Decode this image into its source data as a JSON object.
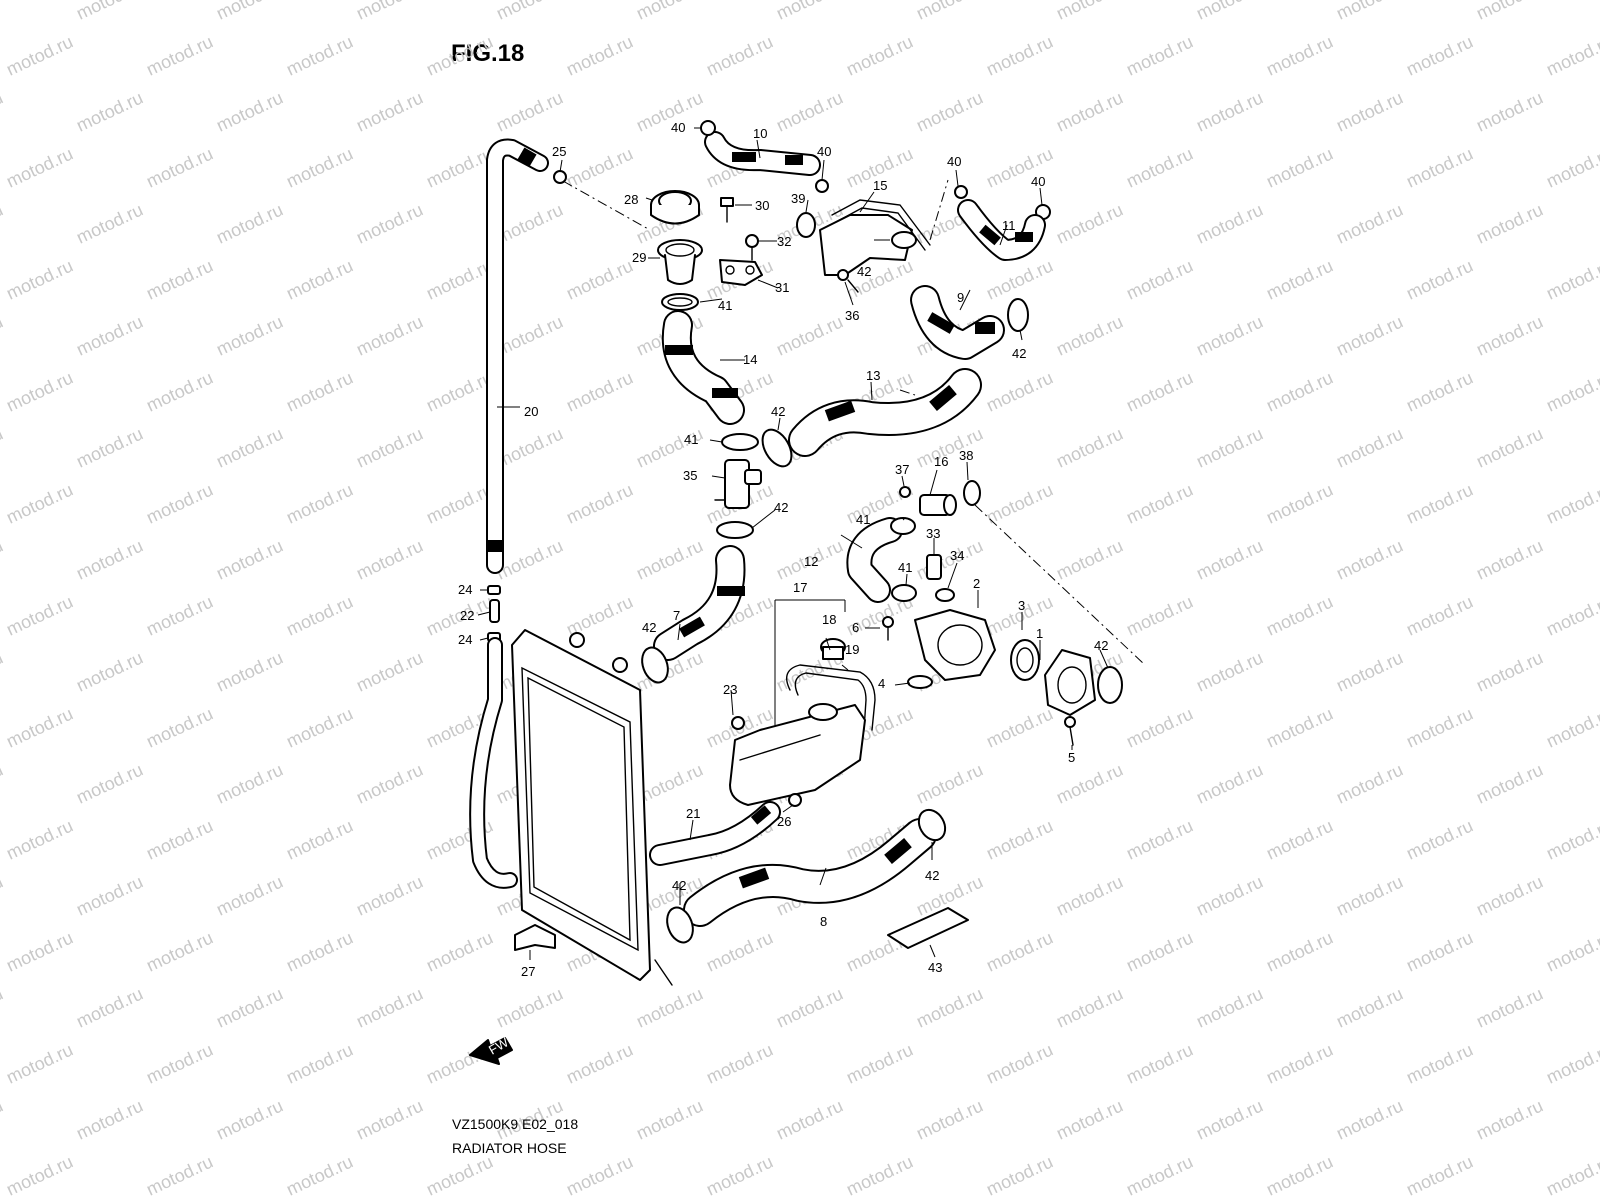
{
  "figure": {
    "title": "FIG.18",
    "model_code": "VZ1500K9 E02_018",
    "section": "RADIATOR HOSE"
  },
  "watermark": "motod.ru",
  "direction_marker": "FWD",
  "part_labels": [
    "1",
    "2",
    "3",
    "4",
    "5",
    "6",
    "7",
    "8",
    "9",
    "10",
    "11",
    "12",
    "13",
    "14",
    "15",
    "16",
    "17",
    "18",
    "19",
    "20",
    "21",
    "22",
    "23",
    "24",
    "25",
    "26",
    "27",
    "28",
    "29",
    "30",
    "31",
    "32",
    "33",
    "34",
    "35",
    "36",
    "37",
    "38",
    "39",
    "40",
    "41",
    "42",
    "43"
  ],
  "colors": {
    "line": "#000000",
    "watermark": "#c8c8c8",
    "background": "#ffffff"
  }
}
